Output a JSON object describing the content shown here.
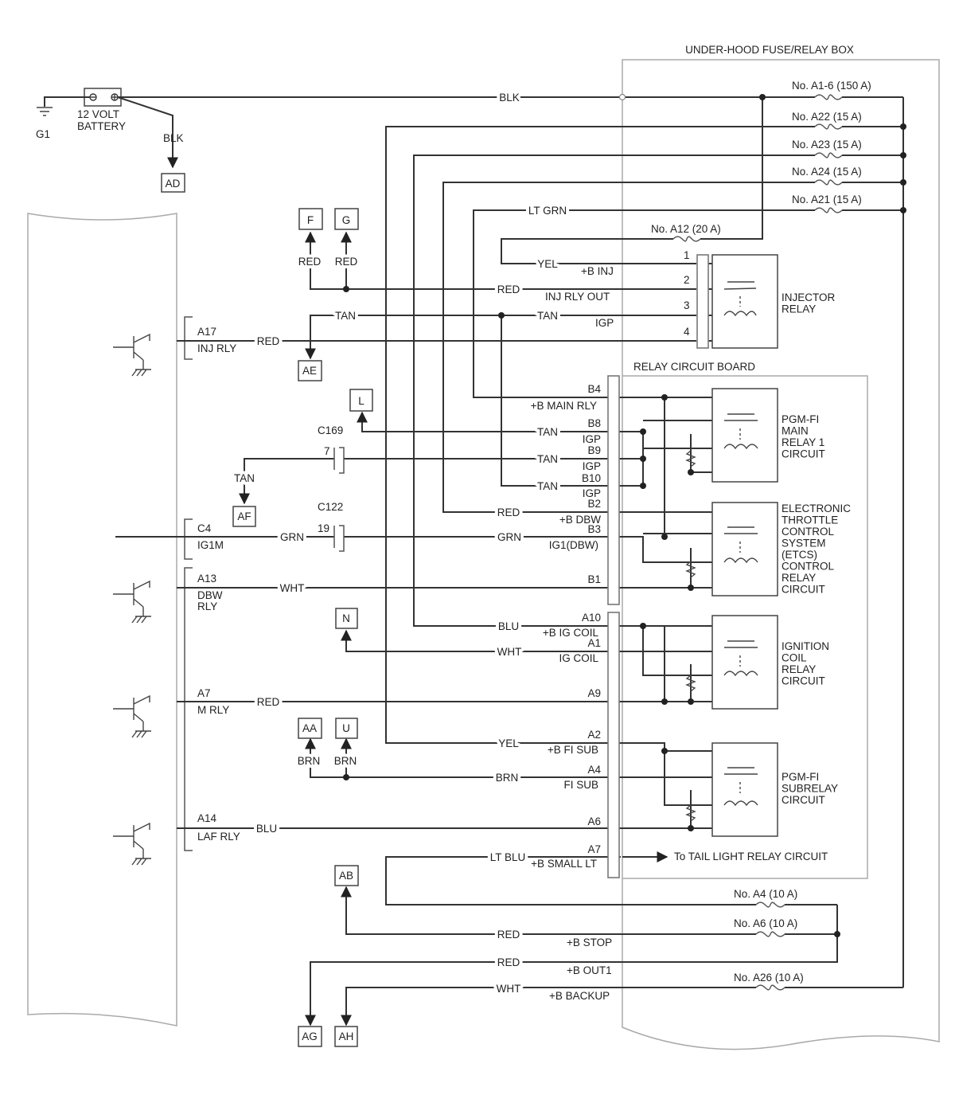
{
  "title": "UNDER-HOOD FUSE/RELAY BOX",
  "relay_board_title": "RELAY CIRCUIT BOARD",
  "battery": {
    "line1": "12 VOLT",
    "line2": "BATTERY",
    "ground": "G1"
  },
  "fuses": {
    "a16": "No. A1-6 (150 A)",
    "a22": "No. A22 (15 A)",
    "a23": "No. A23 (15 A)",
    "a24": "No. A24 (15 A)",
    "a21": "No. A21 (15 A)",
    "a12": "No. A12 (20 A)",
    "a4": "No. A4 (10 A)",
    "a6": "No. A6 (10 A)",
    "a26": "No. A26 (10 A)"
  },
  "connectors": {
    "AD": "AD",
    "F": "F",
    "G": "G",
    "AE": "AE",
    "L": "L",
    "AF": "AF",
    "N": "N",
    "AA": "AA",
    "U": "U",
    "AB": "AB",
    "AG": "AG",
    "AH": "AH"
  },
  "wires": {
    "blk_main": "BLK",
    "blk_ad": "BLK",
    "lt_grn": "LT GRN",
    "yel_inj": "YEL",
    "red_f": "RED",
    "red_g": "RED",
    "red_inj_out": "RED",
    "tan_ae": "TAN",
    "tan_igp3": "TAN",
    "red_a17": "RED",
    "tan_b8": "TAN",
    "tan_b9": "TAN",
    "tan_b10": "TAN",
    "tan_af": "TAN",
    "red_b2": "RED",
    "grn_c4": "GRN",
    "grn_b3": "GRN",
    "wht_a13": "WHT",
    "blu_a10": "BLU",
    "wht_a1": "WHT",
    "red_a7": "RED",
    "yel_a2": "YEL",
    "brn_aa": "BRN",
    "brn_u": "BRN",
    "brn_a4": "BRN",
    "blu_a14": "BLU",
    "lt_blu": "LT BLU",
    "red_stop": "RED",
    "red_out1": "RED",
    "wht_backup": "WHT"
  },
  "terminals": {
    "c169": "C169",
    "c169_pin": "7",
    "c122": "C122",
    "c122_pin": "19",
    "pin1": "1",
    "pin2": "2",
    "pin3": "3",
    "pin4": "4",
    "b4": "B4",
    "b8": "B8",
    "b9": "B9",
    "b10": "B10",
    "b2": "B2",
    "b3": "B3",
    "b1": "B1",
    "a10": "A10",
    "a1": "A1",
    "a9": "A9",
    "a2": "A2",
    "a4": "A4",
    "a6": "A6",
    "a7": "A7"
  },
  "signals": {
    "b_inj": "+B INJ",
    "inj_rly_out": "INJ RLY OUT",
    "igp": "IGP",
    "b_main_rly": "+B MAIN RLY",
    "igp_b8": "IGP",
    "igp_b9": "IGP",
    "igp_b10": "IGP",
    "b_dbw": "+B DBW",
    "ig1_dbw": "IG1(DBW)",
    "b_ig_coil": "+B IG COIL",
    "ig_coil": "IG COIL",
    "b_fi_sub": "+B FI SUB",
    "fi_sub": "FI SUB",
    "b_small_lt": "+B SMALL LT",
    "b_stop": "+B STOP",
    "b_out1": "+B OUT1",
    "b_backup": "+B BACKUP"
  },
  "ecm_pins": {
    "a17": "A17",
    "inj_rly": "INJ RLY",
    "c4": "C4",
    "ig1m": "IG1M",
    "a13": "A13",
    "dbw": "DBW",
    "rly": "RLY",
    "a7": "A7",
    "m_rly": "M RLY",
    "a14": "A14",
    "laf_rly": "LAF RLY"
  },
  "relays": {
    "injector": [
      "INJECTOR",
      "RELAY"
    ],
    "main": [
      "PGM-FI",
      "MAIN",
      "RELAY 1",
      "CIRCUIT"
    ],
    "etcs": [
      "ELECTRONIC",
      "THROTTLE",
      "CONTROL",
      "SYSTEM",
      "(ETCS)",
      "CONTROL",
      "RELAY",
      "CIRCUIT"
    ],
    "ignition": [
      "IGNITION",
      "COIL",
      "RELAY",
      "CIRCUIT"
    ],
    "subrelay": [
      "PGM-FI",
      "SUBRELAY",
      "CIRCUIT"
    ]
  },
  "tail_light": "To TAIL LIGHT RELAY CIRCUIT"
}
